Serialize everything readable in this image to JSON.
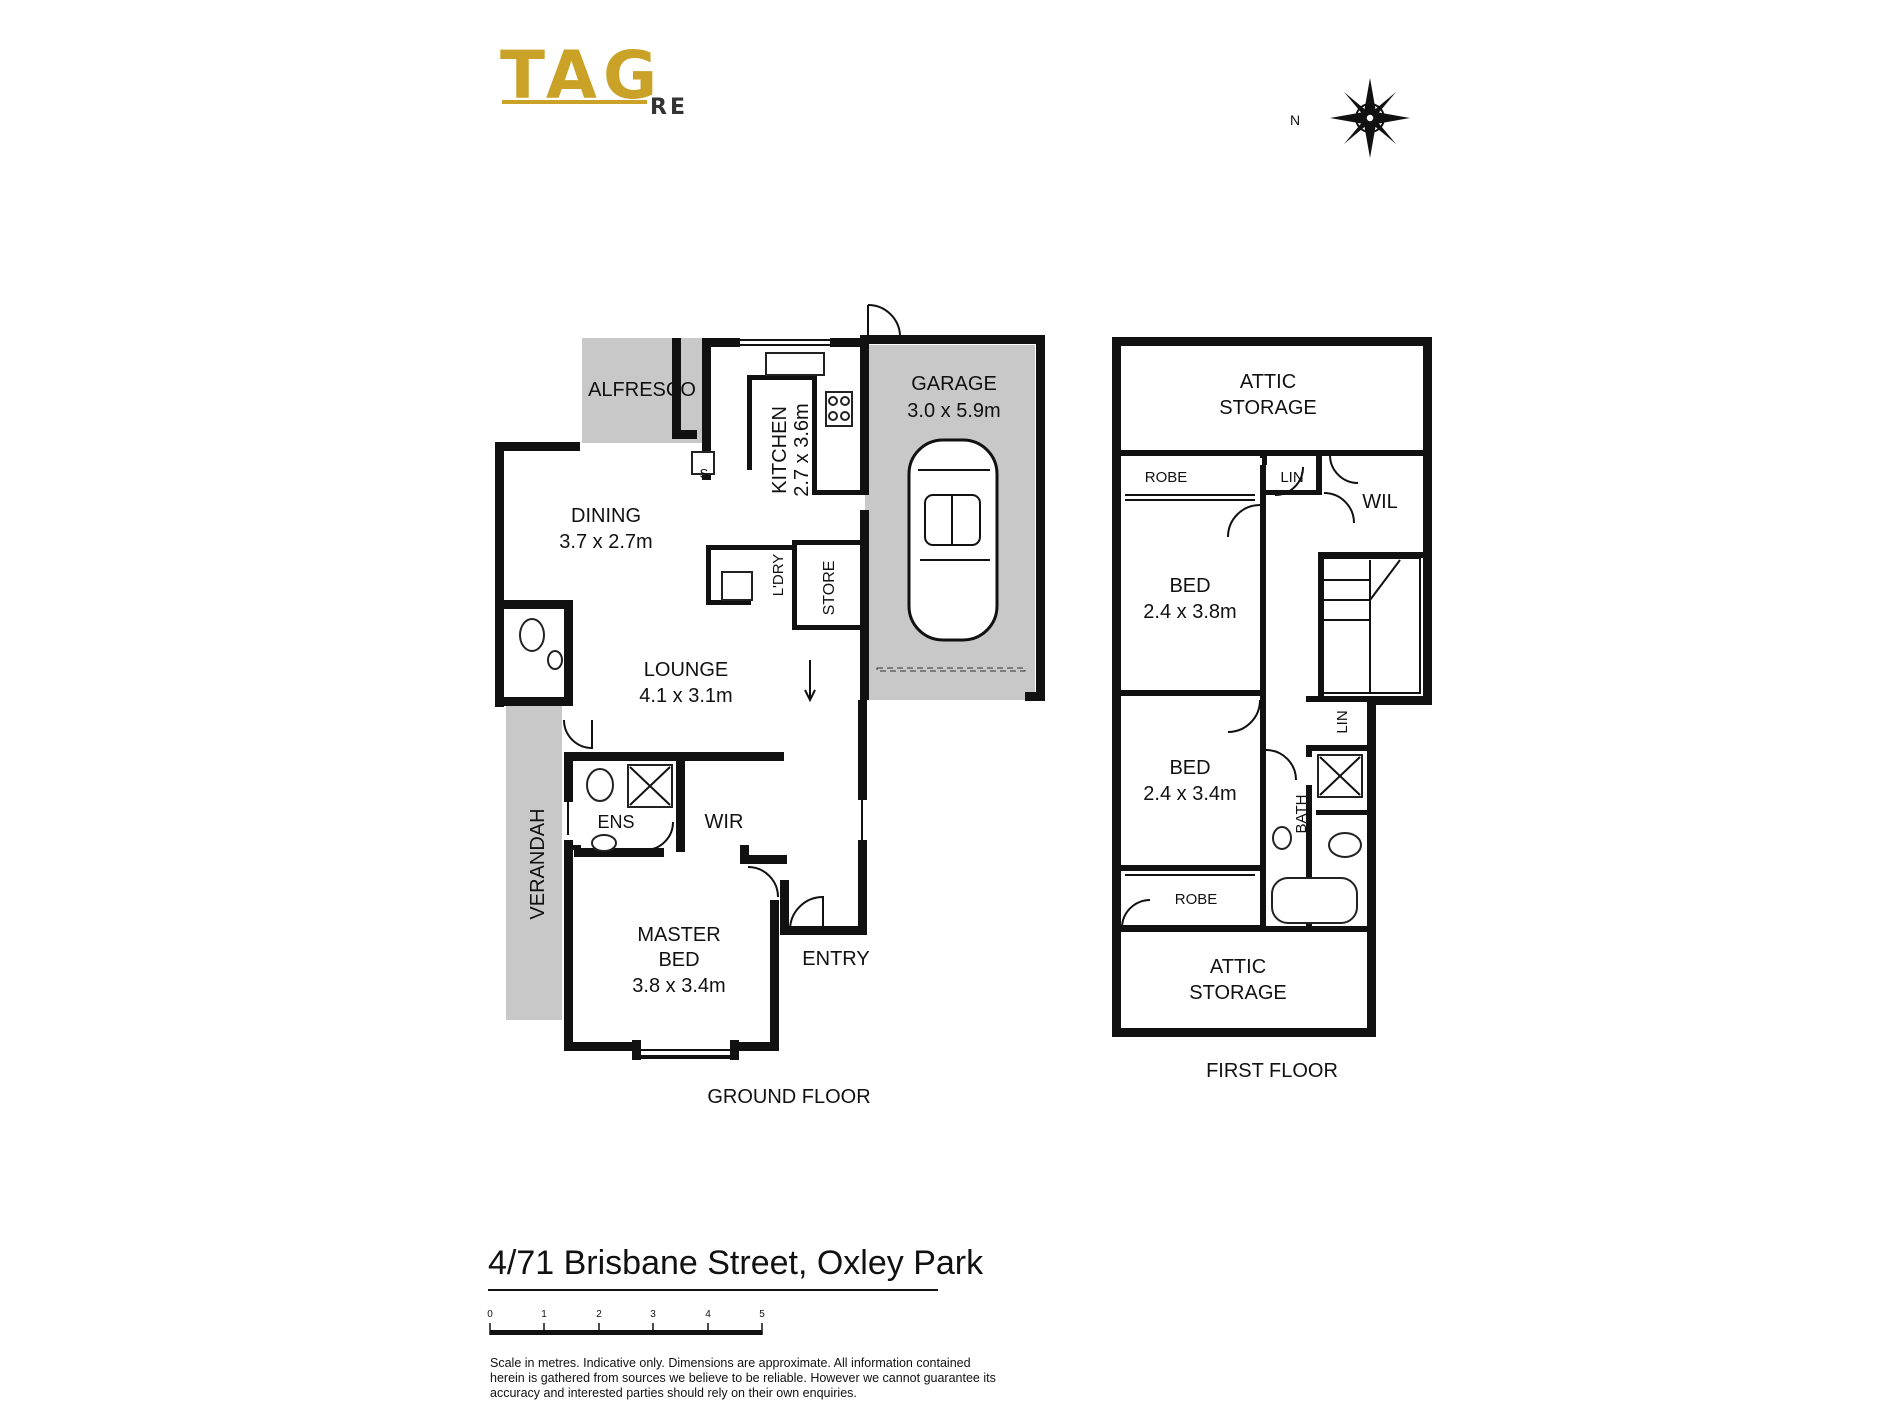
{
  "brand": {
    "logo_main": "TAG",
    "logo_sub": "RE",
    "gold": "#c9a227",
    "dark": "#333333"
  },
  "compass": {
    "label": "N"
  },
  "ground_floor": {
    "title": "GROUND FLOOR",
    "rooms": {
      "alfresco": "ALFRESCO",
      "kitchen_name": "KITCHEN",
      "kitchen_size": "2.7 x 3.6m",
      "garage_name": "GARAGE",
      "garage_size": "3.0 x 5.9m",
      "dining_name": "DINING",
      "dining_size": "3.7 x 2.7m",
      "laundry": "L'DRY",
      "store": "STORE",
      "lounge_name": "LOUNGE",
      "lounge_size": "4.1 x 3.1m",
      "ensuite": "ENS",
      "wir": "WIR",
      "verandah": "VERANDAH",
      "master_name_1": "MASTER",
      "master_name_2": "BED",
      "master_size": "3.8 x 3.4m",
      "entry": "ENTRY",
      "s": "S"
    }
  },
  "first_floor": {
    "title": "FIRST FLOOR",
    "rooms": {
      "attic_top_1": "ATTIC",
      "attic_top_2": "STORAGE",
      "robe_top": "ROBE",
      "lin_top": "LIN",
      "wil": "WIL",
      "bed1_name": "BED",
      "bed1_size": "2.4 x 3.8m",
      "lin_mid": "LIN",
      "bed2_name": "BED",
      "bed2_size": "2.4 x 3.4m",
      "bath": "BATH",
      "robe_bottom": "ROBE",
      "attic_bottom_1": "ATTIC",
      "attic_bottom_2": "STORAGE"
    }
  },
  "footer": {
    "address": "4/71 Brisbane Street, Oxley Park",
    "scale_ticks": [
      "0",
      "1",
      "2",
      "3",
      "4",
      "5"
    ],
    "disclaimer_1": "Scale in metres. Indicative only. Dimensions are approximate. All information contained",
    "disclaimer_2": "herein is gathered from sources we believe to be reliable. However we cannot guarantee its",
    "disclaimer_3": "accuracy and interested parties should rely on their own enquiries."
  }
}
